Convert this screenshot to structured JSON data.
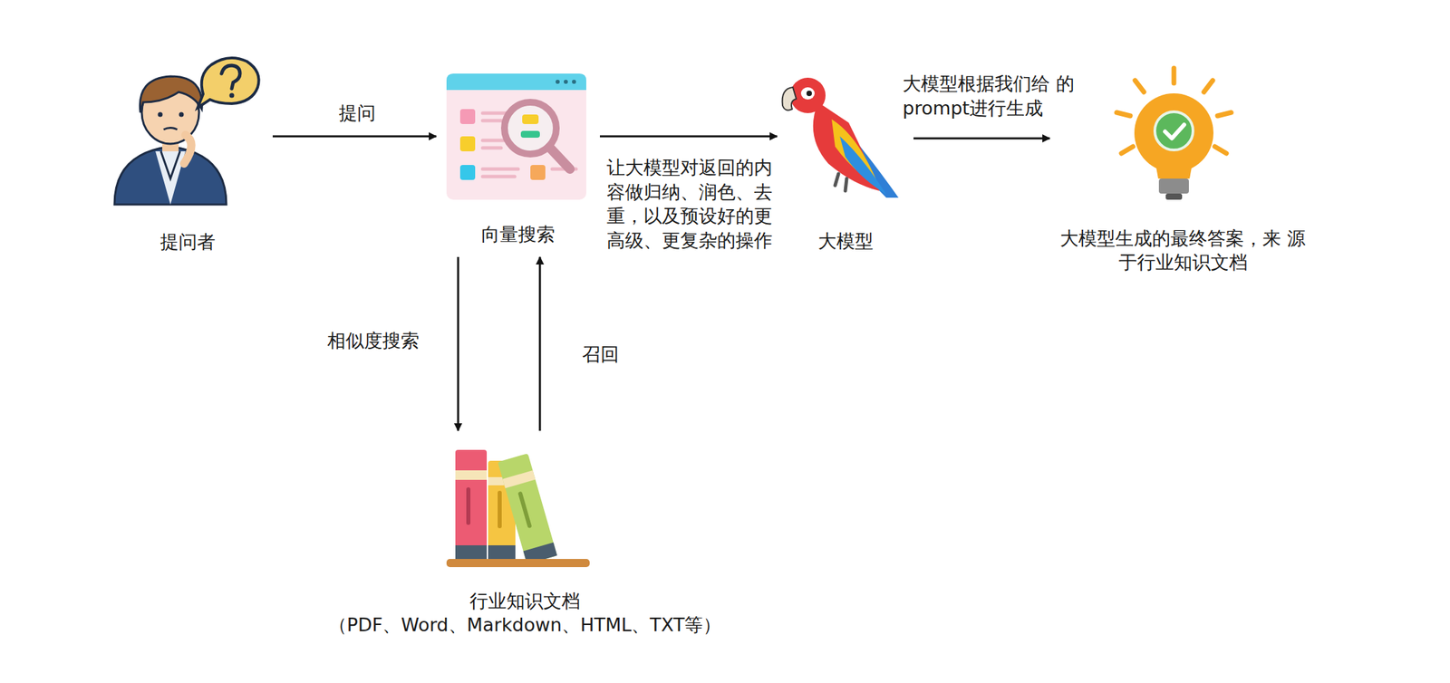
{
  "diagram": {
    "nodes": [
      {
        "text": [
          "提问者"
        ]
      },
      {
        "text": [
          "向量搜索"
        ]
      },
      {
        "text": [
          "大模型"
        ]
      },
      {
        "text": [
          "大模型生成的最终答案，来 源于行业知识文档"
        ]
      },
      {
        "text": [
          "行业知识文档",
          "（PDF、Word、Markdown、HTML、TXT等）"
        ]
      }
    ],
    "edges": [
      {
        "from": 0,
        "to": 1,
        "label": "提问",
        "arrow": "to"
      },
      {
        "from": 1,
        "to": 2,
        "label": "让大模型对返回的内 容做归纳、润色、去 重，以及预设好的更 高级、更复杂的操作",
        "arrow": "to"
      },
      {
        "from": 2,
        "to": 3,
        "label": "大模型根据我们给 的prompt进行生成",
        "arrow": "to"
      },
      {
        "from": 1,
        "to": 4,
        "label": "相似度搜索",
        "arrow": "to"
      },
      {
        "from": 4,
        "to": 1,
        "label": "召回",
        "arrow": "to"
      }
    ]
  }
}
